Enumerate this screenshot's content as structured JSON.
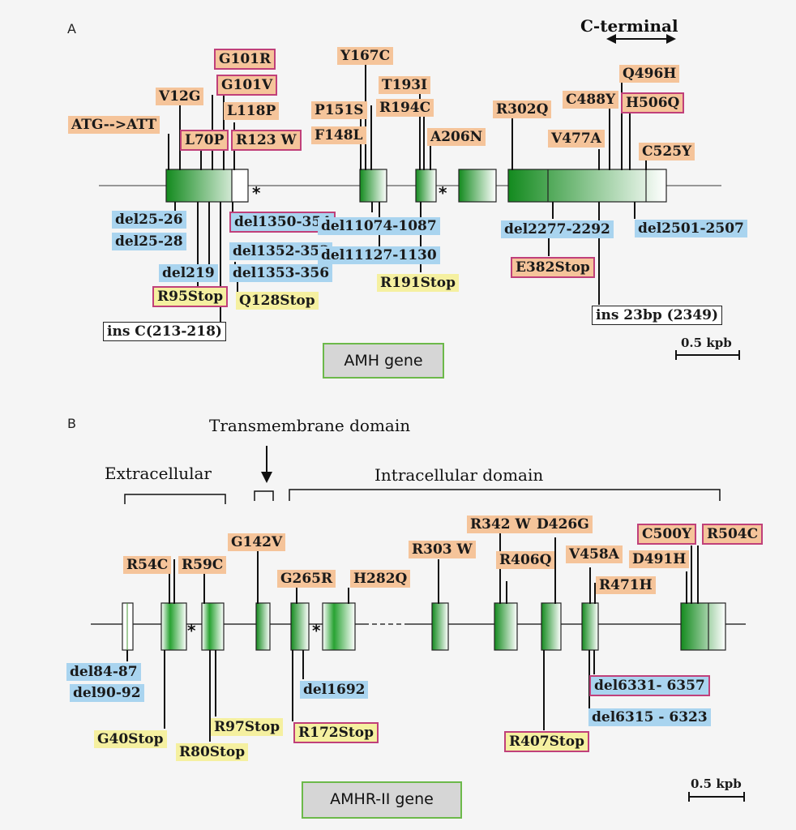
{
  "panelA": {
    "letter": "A",
    "region_label": "C-terminal",
    "gene_title": "AMH gene",
    "scale_label": "0.5 kpb",
    "top_labels": {
      "g101r": "G101R",
      "g101v": "G101V",
      "l118p": "L118P",
      "v12g": "V12G",
      "atg": "ATG-->ATT",
      "l70p": "L70P",
      "r123w": "R123 W",
      "y167c": "Y167C",
      "t193i": "T193I",
      "p151s": "P151S",
      "r194c": "R194C",
      "f148l": "F148L",
      "a206n": "A206N",
      "r302q": "R302Q",
      "q496h": "Q496H",
      "c488y": "C488Y",
      "h506q": "H506Q",
      "v477a": "V477A",
      "c525y": "C525Y"
    },
    "bottom_labels": {
      "del25_26": "del25-26",
      "del25_28": "del25-28",
      "del219": "del219",
      "r95stop": "R95Stop",
      "insc": "ins C(213-218)",
      "del1350": "del1350-354",
      "del1352": "del1352-353",
      "del1353": "del1353-356",
      "q128stop": "Q128Stop",
      "del11074": "del11074-1087",
      "del11127": "del11127-1130",
      "r191stop": "R191Stop",
      "del2277": "del2277-2292",
      "e382stop": "E382Stop",
      "del2501": "del2501-2507",
      "ins23bp": "ins 23bp (2349)"
    }
  },
  "panelB": {
    "letter": "B",
    "transmembrane": "Transmembrane domain",
    "extracellular": "Extracellular",
    "intracellular": "Intracellular domain",
    "gene_title": "AMHR-II gene",
    "scale_label": "0.5 kpb",
    "top_labels": {
      "g142v": "G142V",
      "r54c": "R54C",
      "r59c": "R59C",
      "g265r": "G265R",
      "h282q": "H282Q",
      "r303w": "R303 W",
      "r342w": "R342 W",
      "d426g": "D426G",
      "r406q": "R406Q",
      "v458a": "V458A",
      "r471h": "R471H",
      "c500y": "C500Y",
      "r504c": "R504C",
      "d491h": "D491H"
    },
    "bottom_labels": {
      "del84": "del84-87",
      "del90": "del90-92",
      "g40stop": "G40Stop",
      "r80stop": "R80Stop",
      "r97stop": "R97Stop",
      "del1692": "del1692",
      "r172stop": "R172Stop",
      "r407stop": "R407Stop",
      "del6331": "del6331- 6357",
      "del6315": "del6315 - 6323"
    }
  },
  "colors": {
    "orange": "#f5c49a",
    "blue": "#a9d4ef",
    "yellow": "#f5f0a0",
    "pink_border": "#c0407a",
    "exon_green": "#1f8f2a"
  }
}
